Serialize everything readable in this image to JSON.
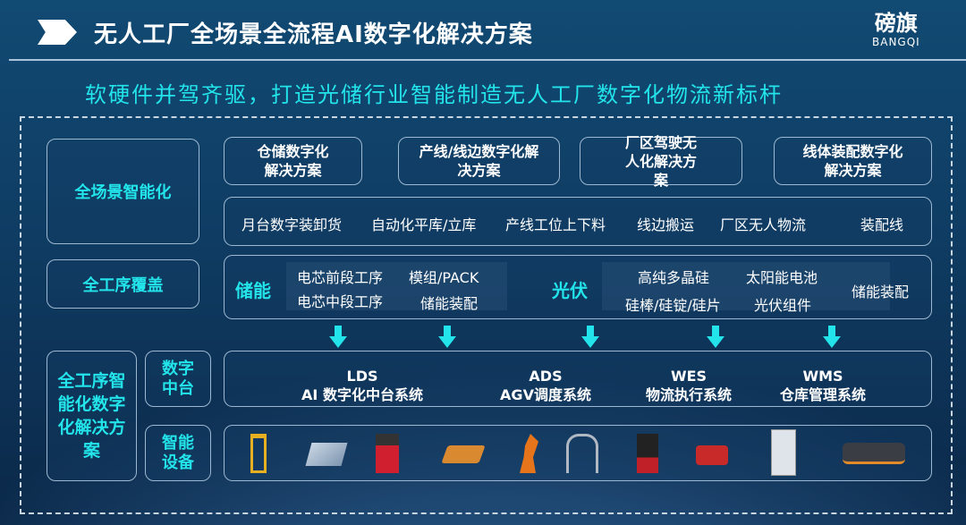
{
  "header": {
    "title": "无人工厂全场景全流程AI数字化解决方案",
    "logo_cn": "磅旗",
    "logo_en": "BANGQI"
  },
  "subtitle": "软硬件并驾齐驱，打造光储行业智能制造无人工厂数字化物流新标杆",
  "left": {
    "scene": "全场景智能化",
    "process": "全工序覆盖",
    "solution": "全工序智能化数字化解决方案",
    "platform": "数字中台",
    "equipment": "智能设备"
  },
  "solutions": [
    "仓储数字化解决方案",
    "产线/线边数字化解决方案",
    "厂区驾驶无人化解决方案",
    "线体装配数字化解决方案"
  ],
  "scenarios": [
    "月台数字装卸货",
    "自动化平库/立库",
    "产线工位上下料",
    "线边搬运",
    "厂区无人物流",
    "装配线"
  ],
  "process": {
    "storage_label": "储能",
    "storage_items": [
      "电芯前段工序",
      "模组/PACK",
      "电芯中段工序",
      "储能装配"
    ],
    "pv_label": "光伏",
    "pv_items": [
      "高纯多晶硅",
      "太阳能电池",
      "硅棒/硅锭/硅片",
      "光伏组件"
    ],
    "extra": "储能装配"
  },
  "platforms": [
    {
      "code": "LDS",
      "name": "AI 数字化中台系统"
    },
    {
      "code": "ADS",
      "name": "AGV调度系统"
    },
    {
      "code": "WES",
      "name": "物流执行系统"
    },
    {
      "code": "WMS",
      "name": "仓库管理系统"
    }
  ],
  "equipment_icons": [
    "lift-device-icon",
    "shuttle-rack-icon",
    "forklift-agv-icon",
    "latent-agv-icon",
    "robot-arm-icon",
    "gantry-robot-icon",
    "stacker-forklift-icon",
    "compact-agv-icon",
    "cabinet-robot-icon",
    "flat-agv-icon"
  ],
  "colors": {
    "accent": "#22e4ea"
  }
}
